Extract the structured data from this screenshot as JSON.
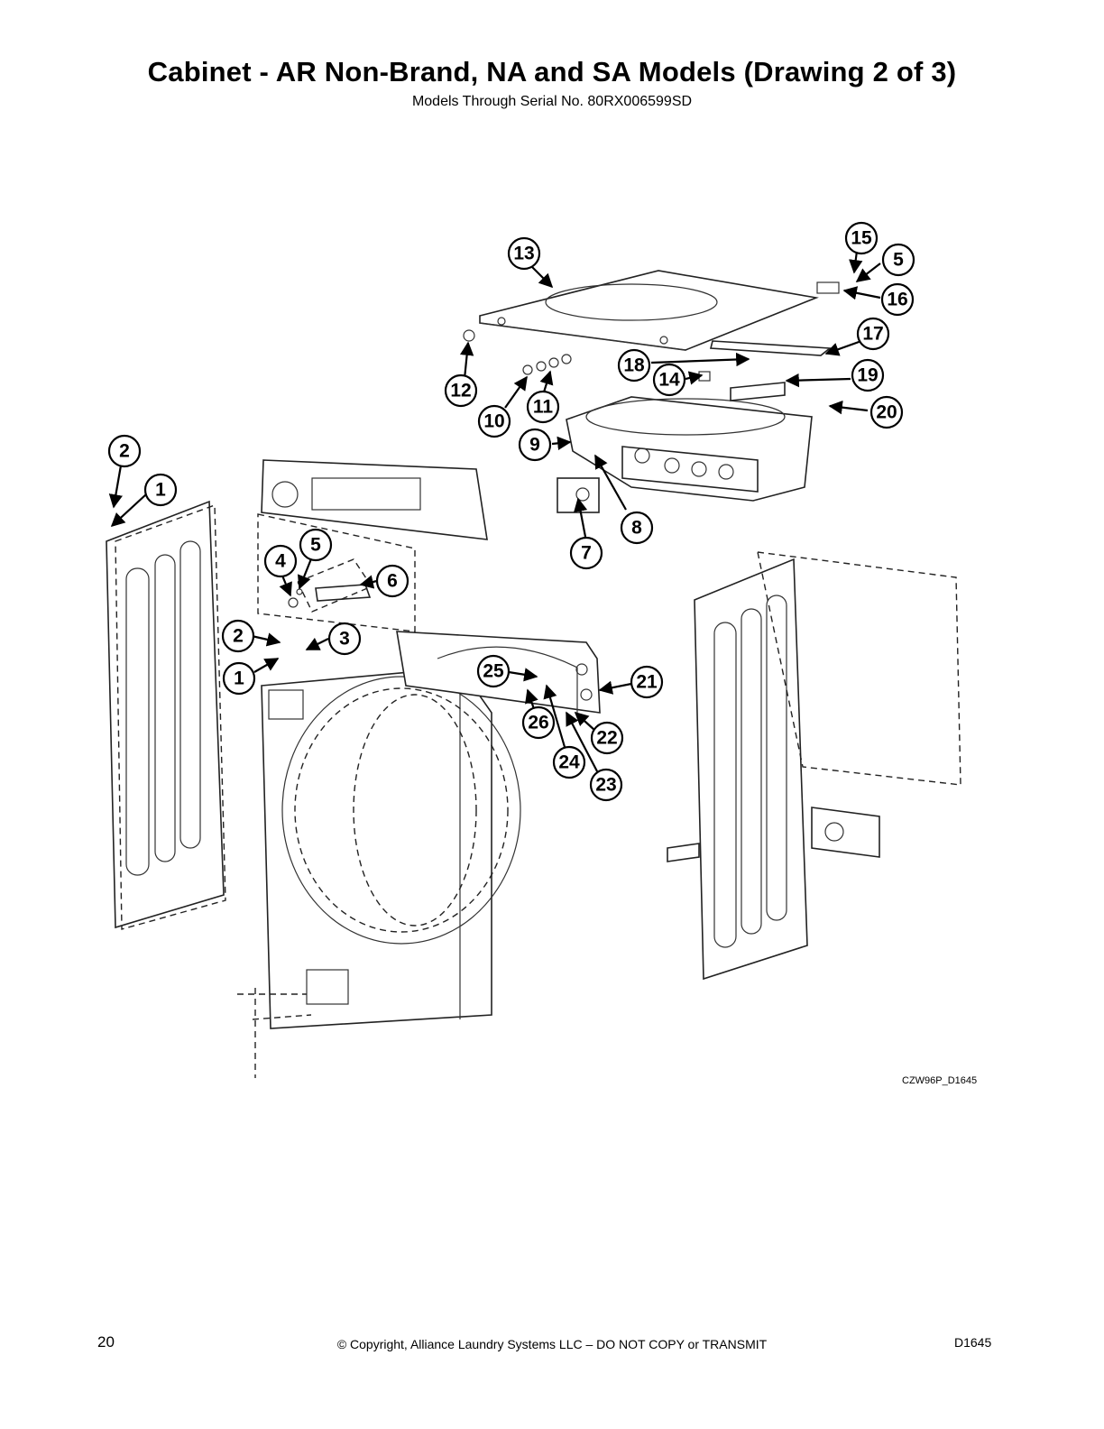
{
  "header": {
    "title": "Cabinet - AR Non-Brand, NA and SA Models (Drawing 2 of 3)",
    "subtitle": "Models Through Serial No. 80RX006599SD"
  },
  "diagram": {
    "drawing_code": "CZW96P_D1645",
    "callouts": [
      "13",
      "15",
      "5",
      "16",
      "17",
      "18",
      "14",
      "19",
      "20",
      "12",
      "10",
      "11",
      "9",
      "8",
      "7",
      "2",
      "1",
      "5",
      "4",
      "6",
      "2",
      "3",
      "1",
      "25",
      "21",
      "26",
      "22",
      "24",
      "23"
    ]
  },
  "footer": {
    "page_number": "20",
    "copyright": "© Copyright, Alliance Laundry Systems LLC – DO NOT COPY or TRANSMIT",
    "document_code": "D1645"
  }
}
